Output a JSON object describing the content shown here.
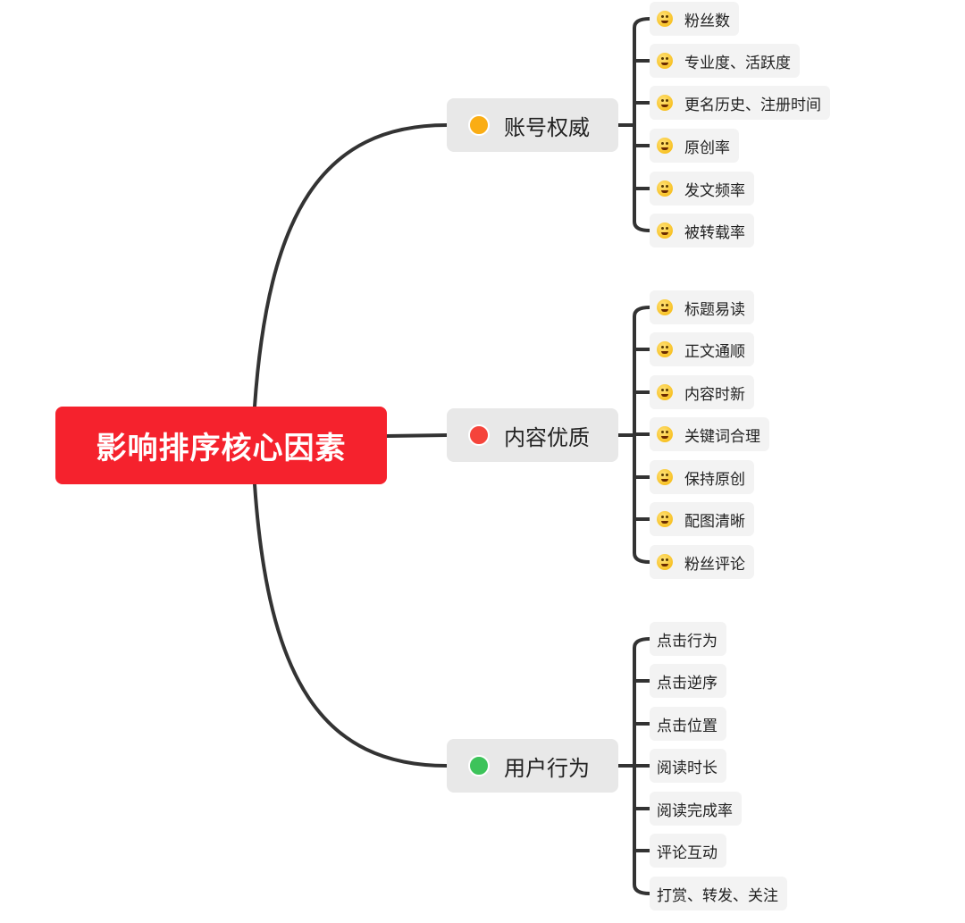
{
  "root": {
    "label": "影响排序核心因素",
    "color": "#f5222d"
  },
  "branches": [
    {
      "label": "账号权威",
      "color": "#faad14",
      "leaves": [
        {
          "label": "粉丝数",
          "icon": "grinning-face-icon"
        },
        {
          "label": "专业度、活跃度",
          "icon": "smiling-face-icon"
        },
        {
          "label": "更名历史、注册时间",
          "icon": "neutral-face-icon"
        },
        {
          "label": "原创率",
          "icon": "astonished-face-icon"
        },
        {
          "label": "发文频率",
          "icon": "rofl-face-icon"
        },
        {
          "label": "被转载率",
          "icon": "heart-eyes-face-icon"
        }
      ]
    },
    {
      "label": "内容优质",
      "color": "#f5443b",
      "leaves": [
        {
          "label": "标题易读",
          "icon": "grinning-face-icon"
        },
        {
          "label": "正文通顺",
          "icon": "kissing-face-icon"
        },
        {
          "label": "内容时新",
          "icon": "heart-eyes-face-icon"
        },
        {
          "label": "关键词合理",
          "icon": "thinking-face-icon"
        },
        {
          "label": "保持原创",
          "icon": "astonished-face-icon"
        },
        {
          "label": "配图清晰",
          "icon": "rofl-face-icon"
        },
        {
          "label": "粉丝评论",
          "icon": "rofl-face-icon"
        }
      ]
    },
    {
      "label": "用户行为",
      "color": "#3dc35a",
      "leaves": [
        {
          "label": "点击行为",
          "icon": ""
        },
        {
          "label": "点击逆序",
          "icon": ""
        },
        {
          "label": "点击位置",
          "icon": ""
        },
        {
          "label": "阅读时长",
          "icon": ""
        },
        {
          "label": "阅读完成率",
          "icon": ""
        },
        {
          "label": "评论互动",
          "icon": ""
        },
        {
          "label": "打赏、转发、关注",
          "icon": ""
        }
      ]
    }
  ]
}
